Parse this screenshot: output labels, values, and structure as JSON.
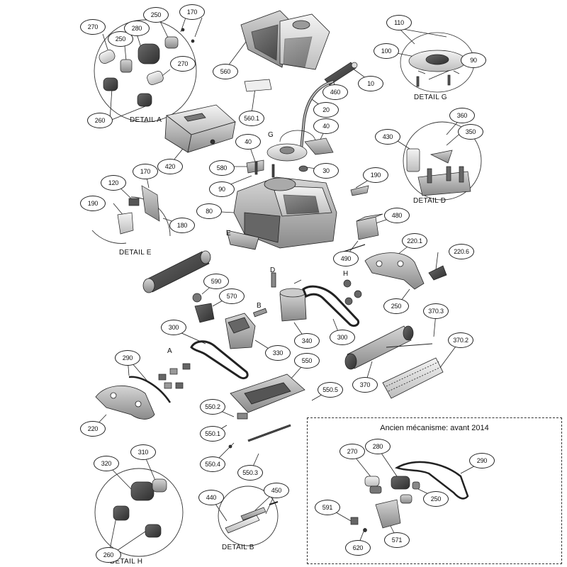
{
  "details": {
    "a": "DETAIL A",
    "b": "DETAIL B",
    "d": "DETAIL D",
    "e": "DETAIL E",
    "g": "DETAIL G",
    "h": "DETAIL H"
  },
  "letters": {
    "g": "G",
    "d": "D",
    "h": "H",
    "b": "B",
    "a": "A",
    "e": "E"
  },
  "inset_title": "Ancien mécanisme: avant 2014",
  "callouts": {
    "c270a": "270",
    "c250a": "250",
    "c170a": "170",
    "c250b": "250",
    "c280a": "280",
    "c270b": "270",
    "c260a": "260",
    "c560": "560",
    "c560_1": "560.1",
    "c460": "460",
    "c10": "10",
    "c20": "20",
    "c110": "110",
    "c100": "100",
    "c90g": "90",
    "c420": "420",
    "c40a": "40",
    "c40b": "40",
    "c580": "580",
    "c90": "90",
    "c30": "30",
    "c360": "360",
    "c350": "350",
    "c430": "430",
    "c120": "120",
    "c170e": "170",
    "c190e": "190",
    "c180": "180",
    "c80": "80",
    "c190": "190",
    "c480": "480",
    "c490": "490",
    "c220_1": "220.1",
    "c220_6": "220.6",
    "c250r": "250",
    "c590": "590",
    "c570": "570",
    "c300a": "300",
    "c330": "330",
    "c340": "340",
    "c300b": "300",
    "c370_3": "370.3",
    "c370_2": "370.2",
    "c370": "370",
    "c290": "290",
    "c550": "550",
    "c550_5": "550.5",
    "c220": "220",
    "c550_2": "550.2",
    "c550_1": "550.1",
    "c550_4": "550.4",
    "c550_3": "550.3",
    "c310": "310",
    "c320": "320",
    "c260h": "260",
    "c440": "440",
    "c450": "450",
    "i270": "270",
    "i280": "280",
    "i290": "290",
    "i250": "250",
    "i591": "591",
    "i620": "620",
    "i571": "571"
  }
}
